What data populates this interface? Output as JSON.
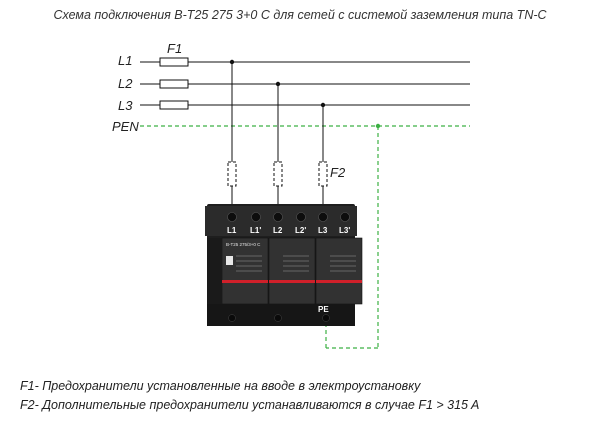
{
  "title": "Схема подключения В-Т25 275 3+0 С для сетей с системой заземления  типа TN-C",
  "lines": {
    "l1": "L1",
    "l2": "L2",
    "l3": "L3",
    "pen": "PEN"
  },
  "fuse_labels": {
    "f1": "F1",
    "f2": "F2"
  },
  "device": {
    "terminals_top": [
      "L1",
      "L1'",
      "L2",
      "L2'",
      "L3",
      "L3'"
    ],
    "model": "B-T25 275/3+0 C",
    "pe_label": "PE"
  },
  "notes": {
    "note1": "F1- Предохранители установленные на вводе в электроустановку",
    "note2": "F2- Дополнительные предохранители устанавливаются в случае F1 > 315 A"
  },
  "colors": {
    "wire": "#111111",
    "pen": "#3cb043",
    "device_body": "#2a2a2a",
    "accent": "#d0202a"
  }
}
